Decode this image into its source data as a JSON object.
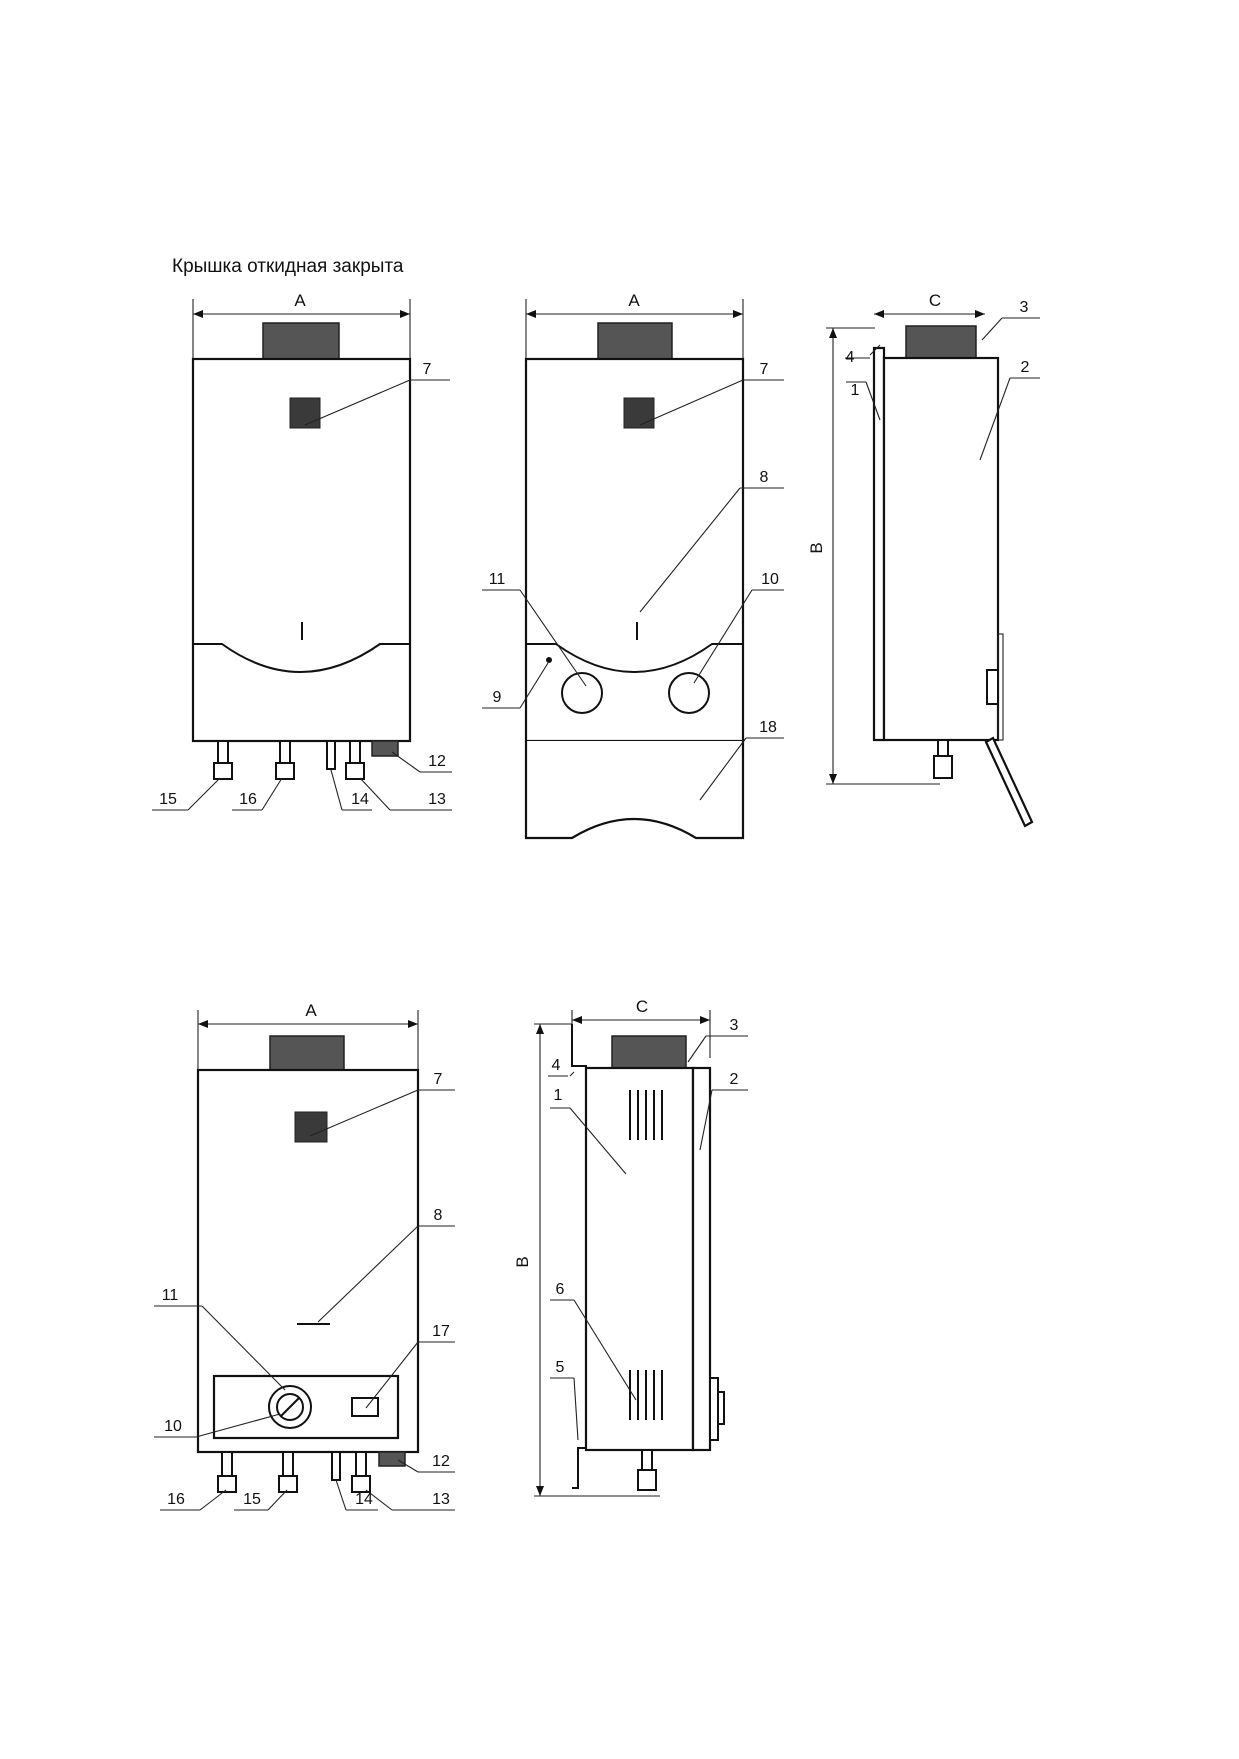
{
  "caption": "Крышка откидная закрыта",
  "dimensions": {
    "width": "A",
    "height": "B",
    "depth": "C"
  },
  "views": {
    "front_closed": {
      "labels": [
        "7",
        "12",
        "13",
        "14",
        "15",
        "16"
      ]
    },
    "front_open": {
      "labels": [
        "7",
        "8",
        "9",
        "10",
        "11",
        "18"
      ]
    },
    "side_1": {
      "labels": [
        "1",
        "2",
        "3",
        "4"
      ]
    },
    "front_2": {
      "labels": [
        "7",
        "8",
        "10",
        "11",
        "12",
        "13",
        "14",
        "15",
        "16",
        "17"
      ]
    },
    "side_2": {
      "labels": [
        "1",
        "2",
        "3",
        "4",
        "5",
        "6"
      ]
    }
  }
}
